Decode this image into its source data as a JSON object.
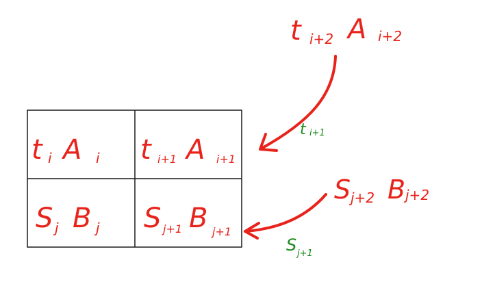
{
  "colors": {
    "ink_red": "#e8231b",
    "ink_green": "#1c8a1c",
    "grid": "#1a1a1a",
    "background": "#ffffff"
  },
  "grid": {
    "cells": [
      {
        "var": "t",
        "var_sub": "i",
        "mat": "A",
        "mat_sub": "i"
      },
      {
        "var": "t",
        "var_sub": "i+1",
        "mat": "A",
        "mat_sub": "i+1"
      },
      {
        "var": "S",
        "var_sub": "j",
        "mat": "B",
        "mat_sub": "j"
      },
      {
        "var": "S",
        "var_sub": "j+1",
        "mat": "B",
        "mat_sub": "j+1"
      }
    ]
  },
  "incoming_top": {
    "var": "t",
    "var_sub": "i+2",
    "mat": "A",
    "mat_sub": "i+2"
  },
  "incoming_right": {
    "var": "S",
    "var_sub": "j+2",
    "mat": "B",
    "mat_sub": "j+2"
  },
  "arrow_labels": {
    "top": {
      "var": "t",
      "var_sub": "i+1"
    },
    "right": {
      "var": "S",
      "var_sub": "j+1"
    }
  }
}
